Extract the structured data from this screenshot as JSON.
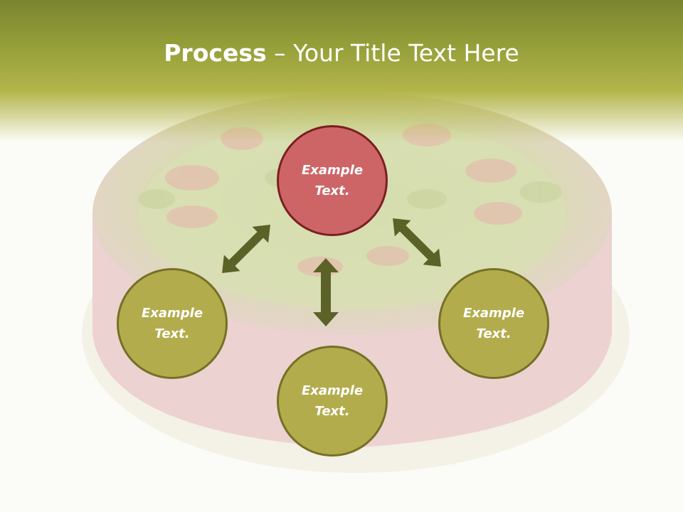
{
  "slide": {
    "title_bold": "Process",
    "title_rest": " – Your Title Text Here"
  },
  "colors": {
    "header": "#939d38",
    "node_fill": "#b3ac4d",
    "node_border": "#757025",
    "center_fill": "#cd6566",
    "center_border": "#7b1f23",
    "arrow": "#5b6227"
  },
  "nodes": {
    "top": {
      "line1": "Example",
      "line2": "Text."
    },
    "left": {
      "line1": "Example",
      "line2": "Text."
    },
    "right": {
      "line1": "Example",
      "line2": "Text."
    },
    "bottom": {
      "line1": "Example",
      "line2": "Text."
    }
  }
}
